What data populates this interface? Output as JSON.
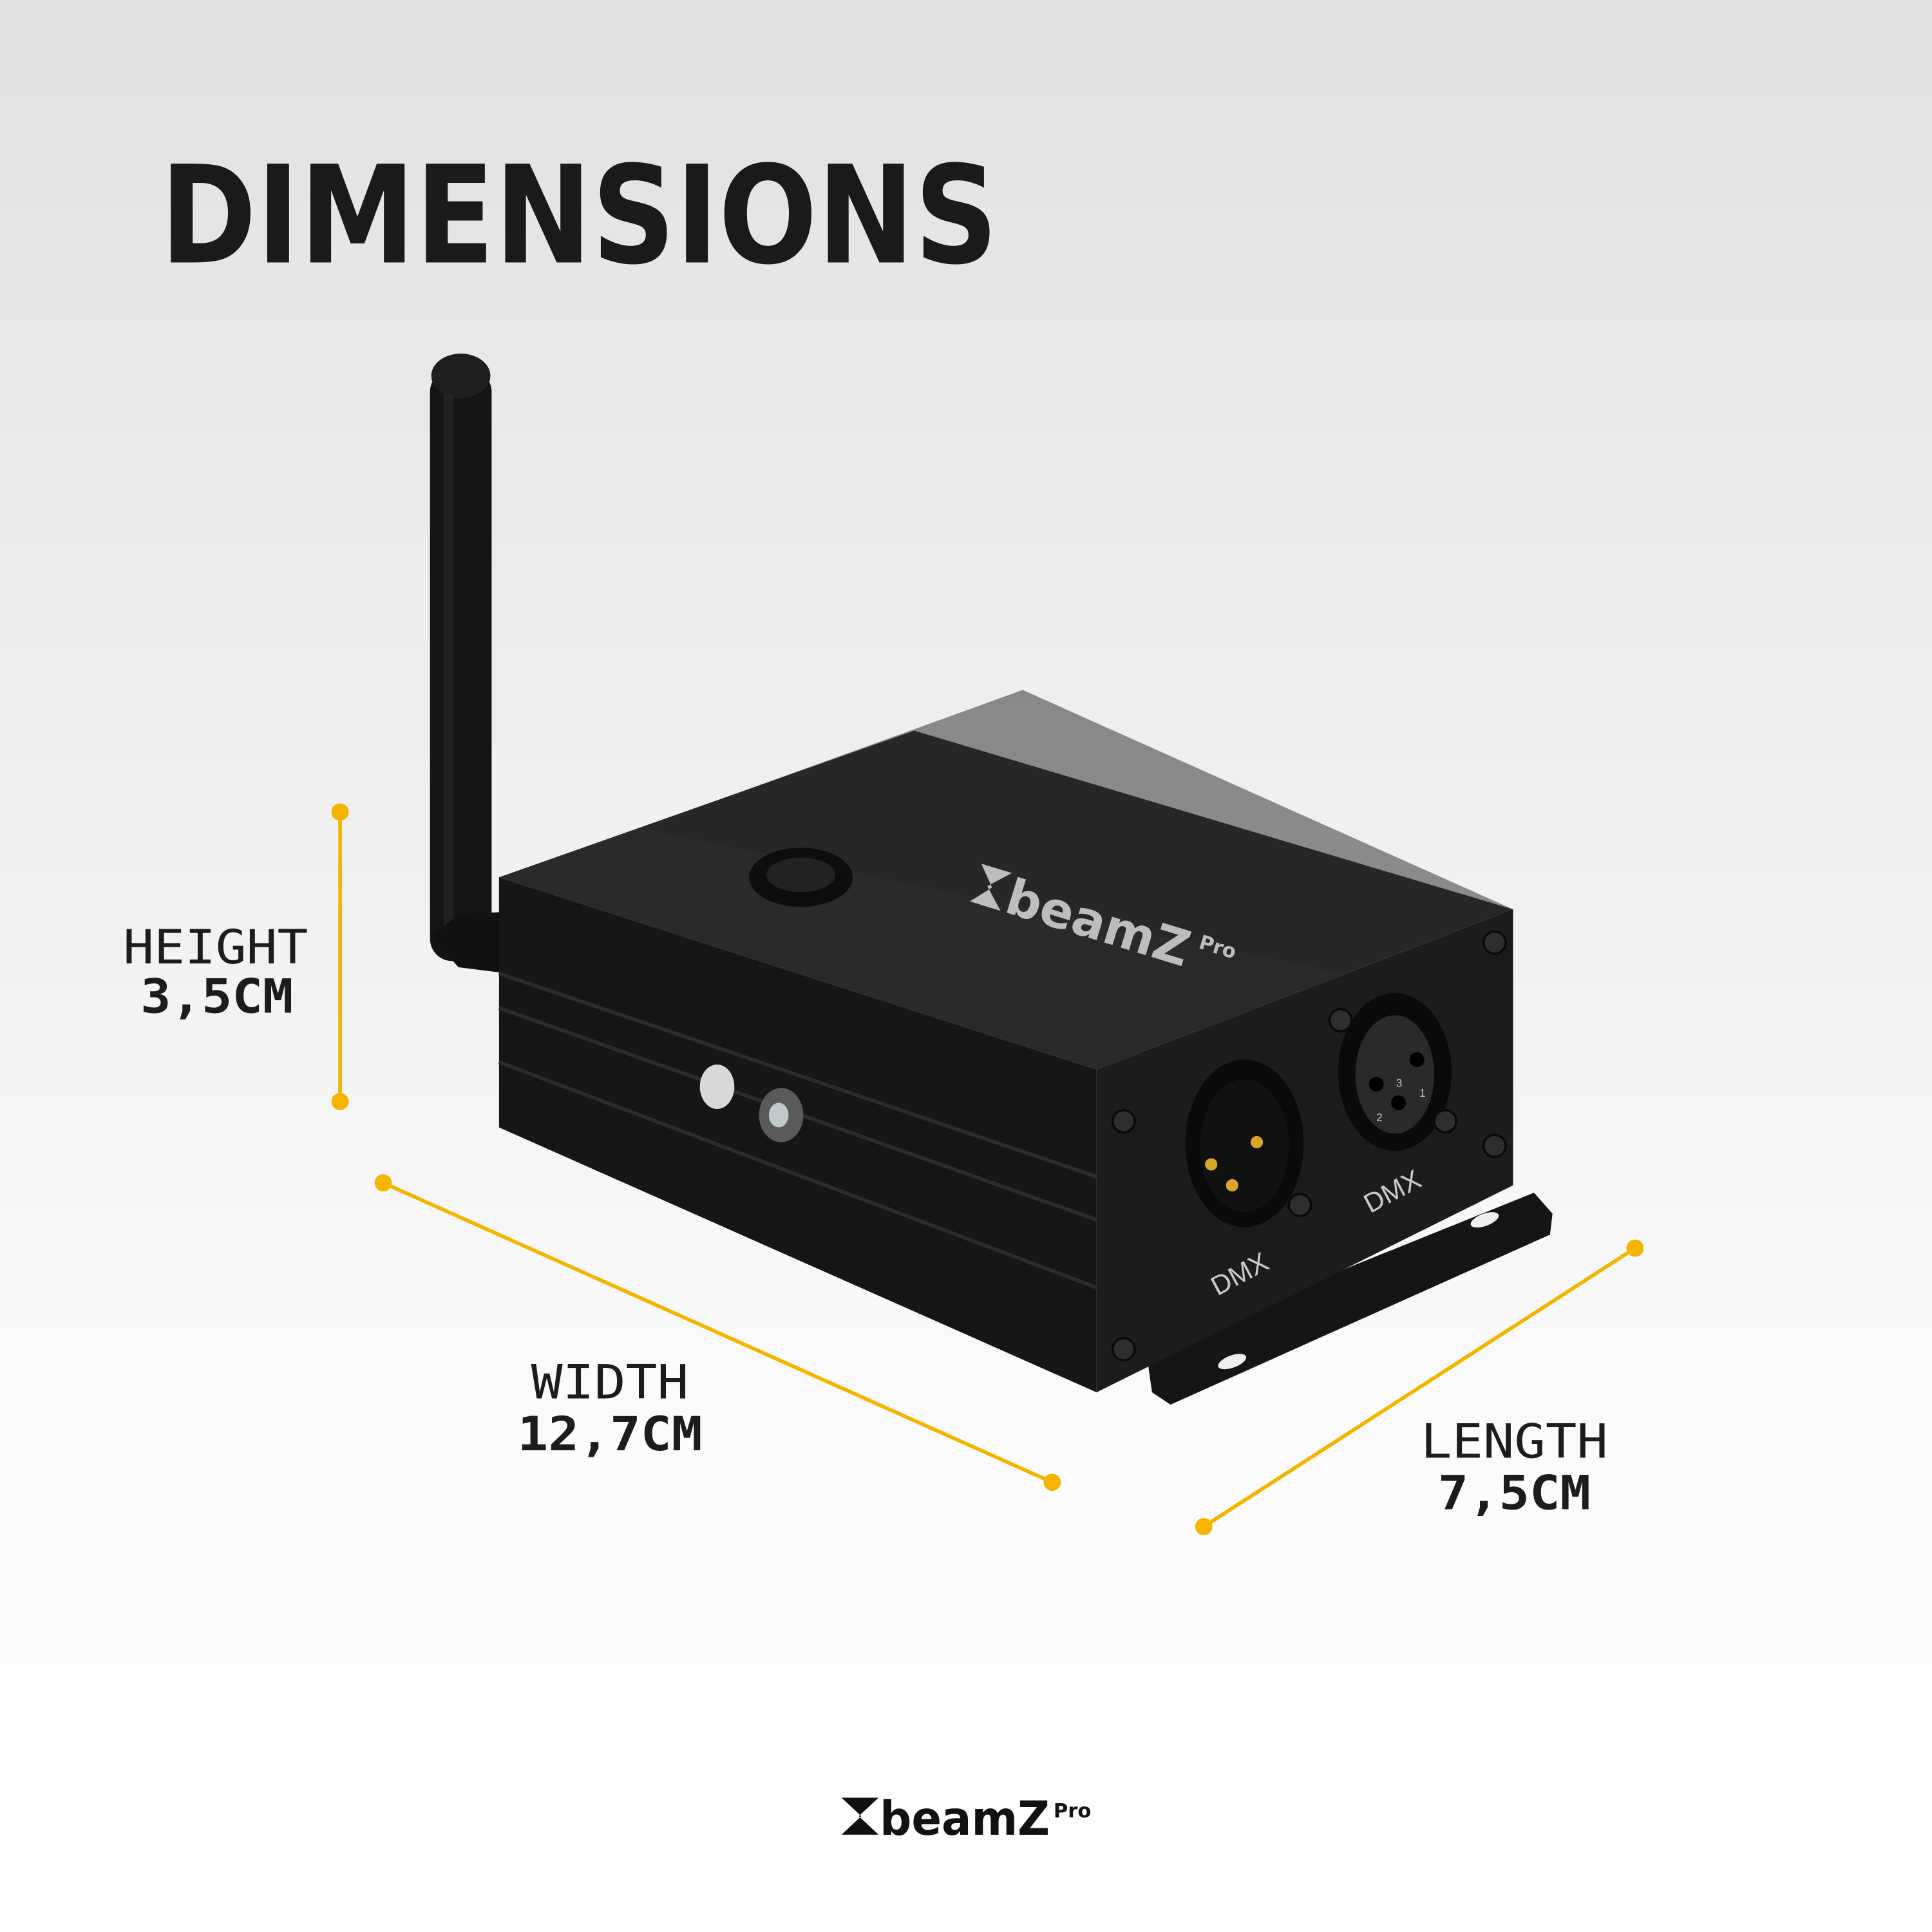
{
  "title": "DIMENSIONS",
  "accent_color": "#f5b400",
  "dimensions": {
    "height": {
      "label": "HEIGHT",
      "value": "3,5CM"
    },
    "width": {
      "label": "WIDTH",
      "value": "12,7CM"
    },
    "length": {
      "label": "LENGTH",
      "value": "7,5CM"
    }
  },
  "device": {
    "brand": "beamZ",
    "brand_suffix": "Pro",
    "port_left_label": "DMX",
    "port_right_label": "DMX",
    "pin_numbers": [
      "1",
      "2",
      "3"
    ]
  },
  "footer_logo": {
    "brand": "beamZ",
    "suffix": "Pro"
  }
}
